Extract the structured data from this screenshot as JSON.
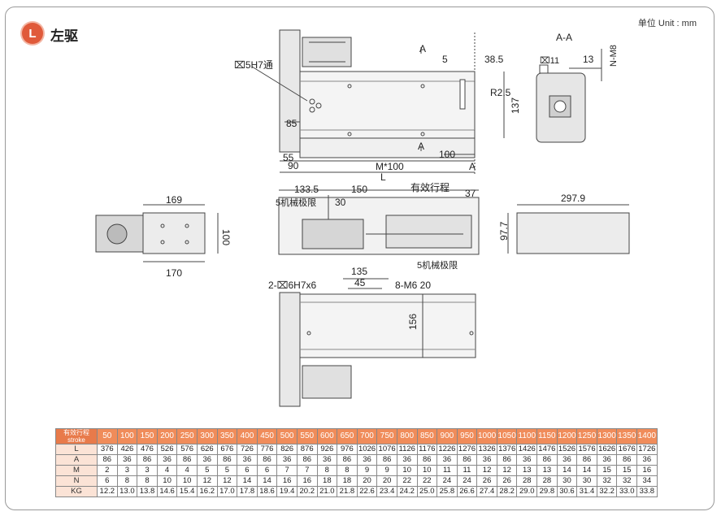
{
  "header": {
    "badge": "L",
    "title": "左驱",
    "unit": "单位 Unit : mm"
  },
  "drawing_labels": {
    "hole_spec_top": "⌧5H7通",
    "a_top": "A",
    "a_bottom": "A",
    "dim_5": "5",
    "dim_38_5": "38.5",
    "r2_5": "R2.5",
    "dim_137": "137",
    "dim_85": "85",
    "dim_100_top": "100",
    "dim_55": "55",
    "dim_90": "90",
    "m100": "M*100",
    "a_right": "A",
    "l_label": "L",
    "section": "A-A",
    "dim_11": "⌧11",
    "dim_13": "13",
    "n_m8": "N-M8",
    "dim_169": "169",
    "dim_100_left": "100",
    "dim_170": "170",
    "dim_133_5": "133.5",
    "dim_150": "150",
    "effective_stroke": "有效行程",
    "dim_37": "37",
    "mech_limit_left": "5机械极限",
    "dim_30": "30",
    "mech_limit_right": "5机械极限",
    "dim_297_9": "297.9",
    "dim_97_7": "97.7",
    "dim_135": "135",
    "dim_45": "45",
    "pin_spec": "2-⌧6H7x6",
    "screw_spec": "8-M6 20",
    "dim_156": "156"
  },
  "spec_table": {
    "header_label": "有效行程 stroke",
    "strokes": [
      "50",
      "100",
      "150",
      "200",
      "250",
      "300",
      "350",
      "400",
      "450",
      "500",
      "550",
      "600",
      "650",
      "700",
      "750",
      "800",
      "850",
      "900",
      "950",
      "1000",
      "1050",
      "1100",
      "1150",
      "1200",
      "1250",
      "1300",
      "1350",
      "1400"
    ],
    "rows": [
      {
        "label": "L",
        "values": [
          "376",
          "426",
          "476",
          "526",
          "576",
          "626",
          "676",
          "726",
          "776",
          "826",
          "876",
          "926",
          "976",
          "1026",
          "1076",
          "1126",
          "1176",
          "1226",
          "1276",
          "1326",
          "1376",
          "1426",
          "1476",
          "1526",
          "1576",
          "1626",
          "1676",
          "1726"
        ]
      },
      {
        "label": "A",
        "values": [
          "86",
          "36",
          "86",
          "36",
          "86",
          "36",
          "86",
          "36",
          "86",
          "36",
          "86",
          "36",
          "86",
          "36",
          "86",
          "36",
          "86",
          "36",
          "86",
          "36",
          "86",
          "36",
          "86",
          "36",
          "86",
          "36",
          "86",
          "36"
        ]
      },
      {
        "label": "M",
        "values": [
          "2",
          "3",
          "3",
          "4",
          "4",
          "5",
          "5",
          "6",
          "6",
          "7",
          "7",
          "8",
          "8",
          "9",
          "9",
          "10",
          "10",
          "11",
          "11",
          "12",
          "12",
          "13",
          "13",
          "14",
          "14",
          "15",
          "15",
          "16"
        ]
      },
      {
        "label": "N",
        "values": [
          "6",
          "8",
          "8",
          "10",
          "10",
          "12",
          "12",
          "14",
          "14",
          "16",
          "16",
          "18",
          "18",
          "20",
          "20",
          "22",
          "22",
          "24",
          "24",
          "26",
          "26",
          "28",
          "28",
          "30",
          "30",
          "32",
          "32",
          "34"
        ]
      },
      {
        "label": "KG",
        "values": [
          "12.2",
          "13.0",
          "13.8",
          "14.6",
          "15.4",
          "16.2",
          "17.0",
          "17.8",
          "18.6",
          "19.4",
          "20.2",
          "21.0",
          "21.8",
          "22.6",
          "23.4",
          "24.2",
          "25.0",
          "25.8",
          "26.6",
          "27.4",
          "28.2",
          "29.0",
          "29.8",
          "30.6",
          "31.4",
          "32.2",
          "33.0",
          "33.8"
        ]
      }
    ]
  }
}
